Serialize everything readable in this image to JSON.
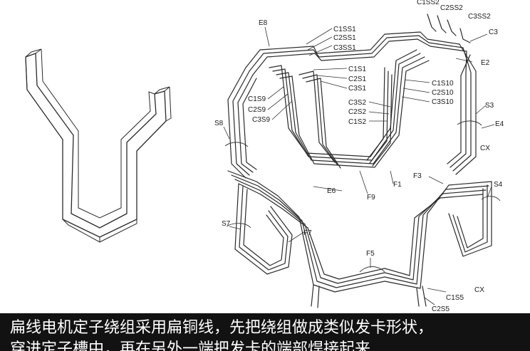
{
  "labels": {
    "C1SS2": "C1SS2",
    "C2SS2": "C2SS2",
    "C3SS2": "C3SS2",
    "C3": "C3",
    "E8": "E8",
    "C1SS1": "C1SS1",
    "C2SS1": "C2SS1",
    "C3SS1": "C3SS1",
    "E2": "E2",
    "C1S1": "C1S1",
    "C2S1": "C2S1",
    "C3S1": "C3S1",
    "C1S10": "C1S10",
    "C2S10": "C2S10",
    "C3S10": "C3S10",
    "C1S9": "C1S9",
    "C2S9": "C2S9",
    "C3S9": "C3S9",
    "C3S2": "C3S2",
    "C2S2": "C2S2",
    "C1S2": "C1S2",
    "S3": "S3",
    "E4": "E4",
    "S8": "S8",
    "CX_top": "CX",
    "F3": "F3",
    "E6": "E6",
    "F1": "F1",
    "F9": "F9",
    "S4": "S4",
    "S7": "S7",
    "F7": "F7",
    "F5": "F5",
    "CX_bottom": "CX",
    "C1S5": "C1S5",
    "C2S5": "C2S5"
  },
  "caption": {
    "line1": "扁线电机定子绕组采用扁铜线，先把绕组做成类似发卡形状，",
    "line2": "穿进定子槽中，再在另外一端把发卡的端部焊接起来"
  }
}
